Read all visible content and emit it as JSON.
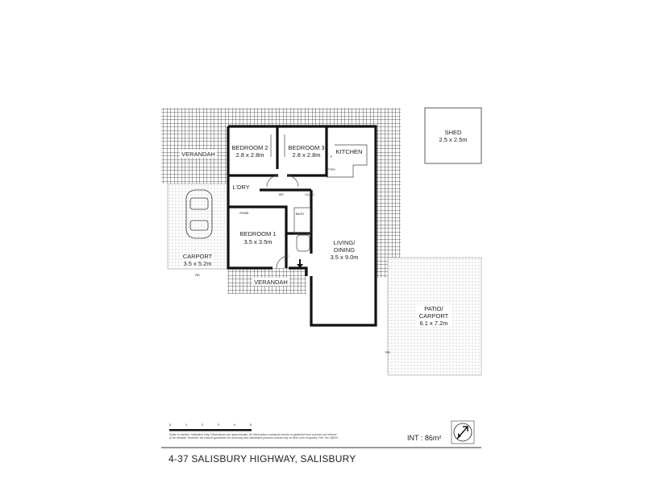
{
  "plan": {
    "rooms": {
      "bedroom2": {
        "name": "BEDROOM 2",
        "size": "2.8 x 2.8m"
      },
      "bedroom3": {
        "name": "BEDROOM 3",
        "size": "2.8 x 2.8m"
      },
      "kitchen": {
        "name": "KITCHEN"
      },
      "laundry": {
        "name": "L'DRY"
      },
      "wc": {
        "name": "WC"
      },
      "bath": {
        "name": "BATH"
      },
      "robe": "ROBE",
      "cupboard": "CUPD",
      "fridge": "F",
      "pantry": "PTRY",
      "bedroom1": {
        "name": "BEDROOM 1",
        "size": "3.5 x 3.5m"
      },
      "living": {
        "name1": "LIVING/",
        "name2": "DINING",
        "size": "3.5 x 9.0m"
      },
      "verandah": "VERANDAH",
      "carport": {
        "name": "CARPORT",
        "size": "3.5 x 5.2m"
      },
      "patio": {
        "name1": "PATIO/",
        "name2": "CARPORT",
        "size": "6.1 x 7.2m"
      },
      "shed": {
        "name": "SHED",
        "size": "2.5 x 2.5m"
      },
      "rd": "RD"
    }
  },
  "footer": {
    "scale_ticks": [
      "0",
      "1",
      "2",
      "3",
      "4",
      "5"
    ],
    "disclaimer": "Scale in metres. Indicative only. Dimensions are approximate. All information contained herein is gathered from sources we believe to be reliable. However we cannot guarantee its accuracy and interested persons should rely on their own enquiries. Ref. No: 66291",
    "area": "INT :  86m²",
    "address": "4-37 SALISBURY HIGHWAY, SALISBURY"
  }
}
